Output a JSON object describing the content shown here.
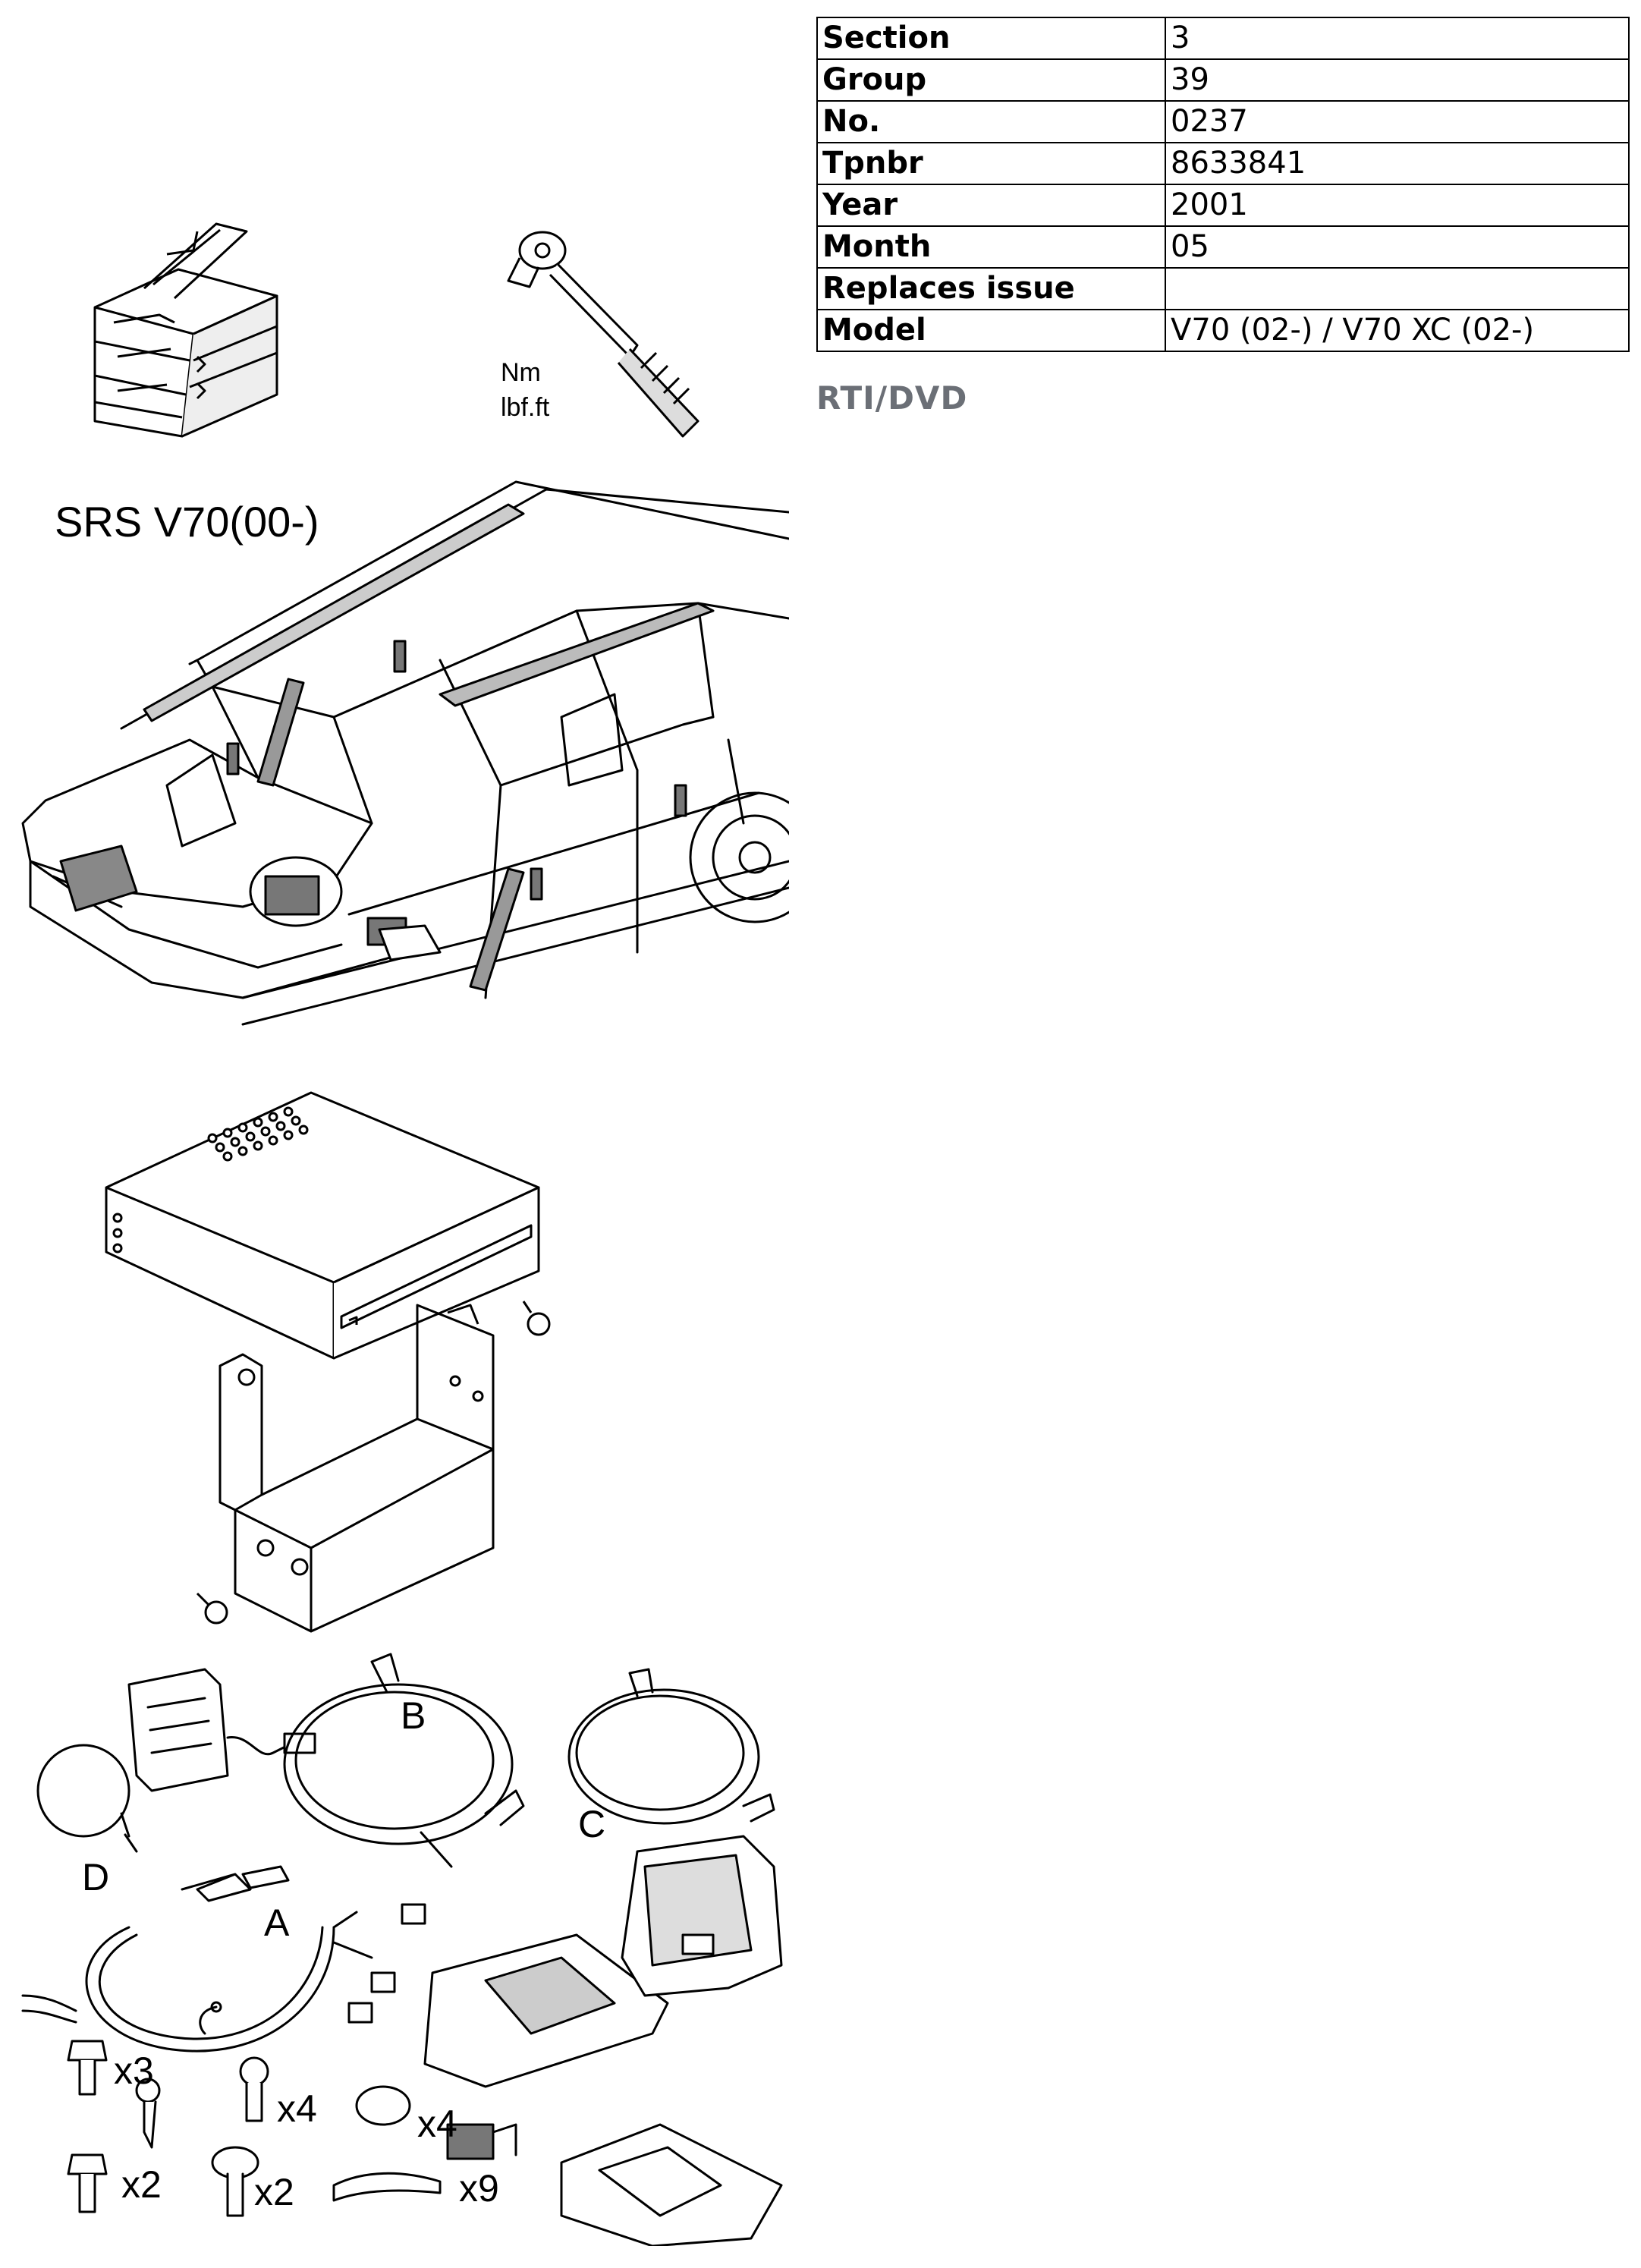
{
  "info": {
    "rows": [
      {
        "key": "Section",
        "value": "3"
      },
      {
        "key": "Group",
        "value": "39"
      },
      {
        "key": "No.",
        "value": "0237"
      },
      {
        "key": "Tpnbr",
        "value": "8633841"
      },
      {
        "key": "Year",
        "value": "2001"
      },
      {
        "key": "Month",
        "value": "05"
      },
      {
        "key": "Replaces issue",
        "value": ""
      },
      {
        "key": "Model",
        "value": "V70 (02-) / V70 XC (02-)"
      }
    ]
  },
  "document_title": "RTI/DVD",
  "tools": {
    "torque_unit_nm": "Nm",
    "torque_unit_lbf": "lbf.ft"
  },
  "srs_label": "SRS V70(00-)",
  "kit": {
    "callouts": {
      "a": "A",
      "b": "B",
      "c": "C",
      "d": "D"
    },
    "quantities": {
      "bolt_large": "x3",
      "screw_small": "x4",
      "plug": "x4",
      "bolt_flange": "x2",
      "clip": "x2",
      "cable_tie": "x9"
    }
  },
  "icons": [
    "toolbox-icon",
    "torque-wrench-icon",
    "car-srs-diagram",
    "dvd-player-bracket-diagram",
    "installation-kit-diagram"
  ],
  "colors": {
    "title_gray": "#6b6f76",
    "line": "#000000"
  }
}
